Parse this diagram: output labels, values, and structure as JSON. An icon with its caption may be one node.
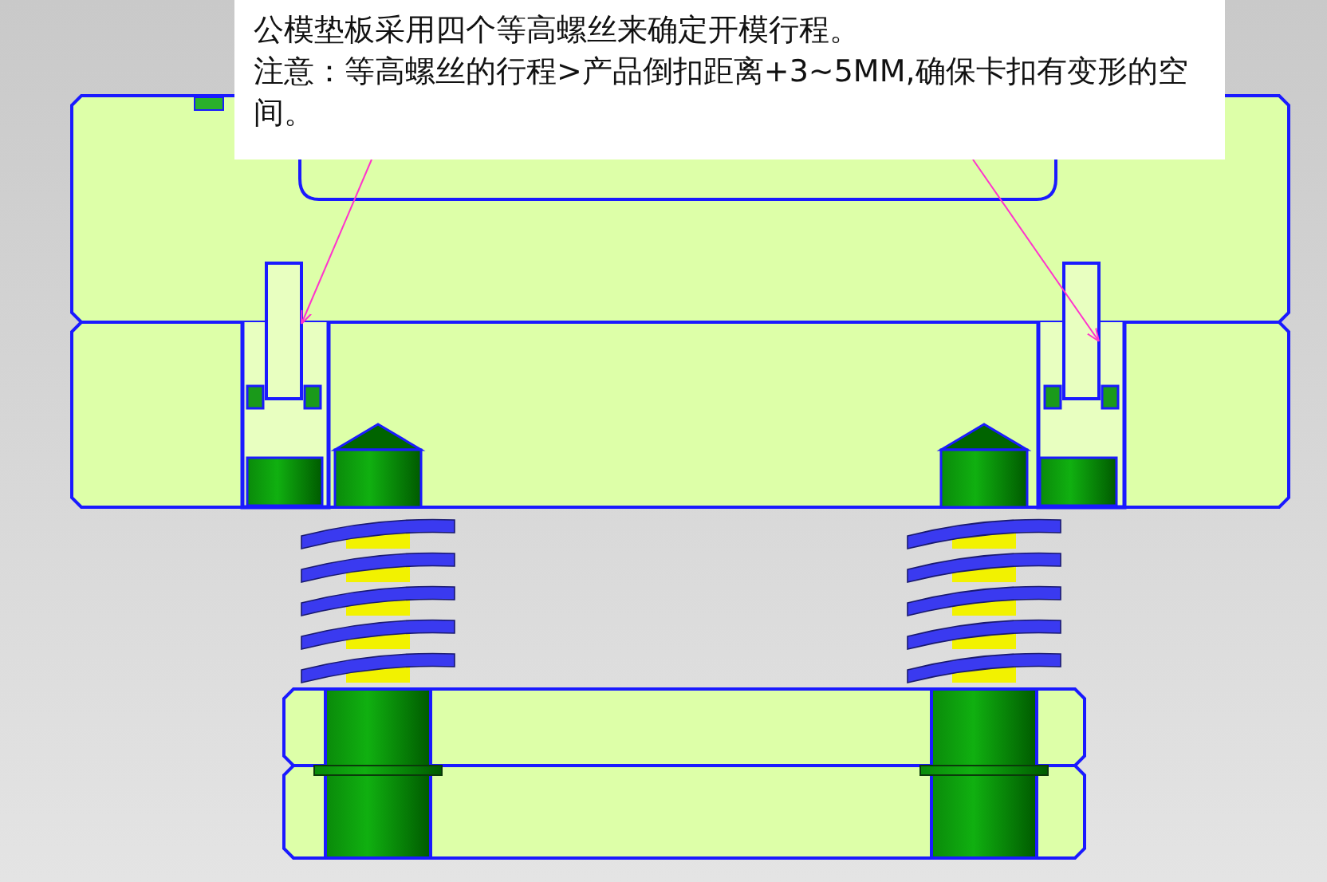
{
  "diagram": {
    "nodes": [
      {
        "text": [
          "公模垫板采用四个等高螺丝来确定开模行程。",
          "注意：等高螺丝的行程>产品倒扣距离+3~5MM,确保卡扣有变形的空间。"
        ]
      },
      {
        "text": [],
        "shape": "bar"
      },
      {
        "text": [],
        "shape": "bar"
      }
    ],
    "edges": [
      {
        "from": 0,
        "to": 1,
        "arrow": "to",
        "color": "#ff33cc"
      },
      {
        "from": 0,
        "to": 2,
        "arrow": "to",
        "color": "#ff33cc"
      }
    ]
  }
}
